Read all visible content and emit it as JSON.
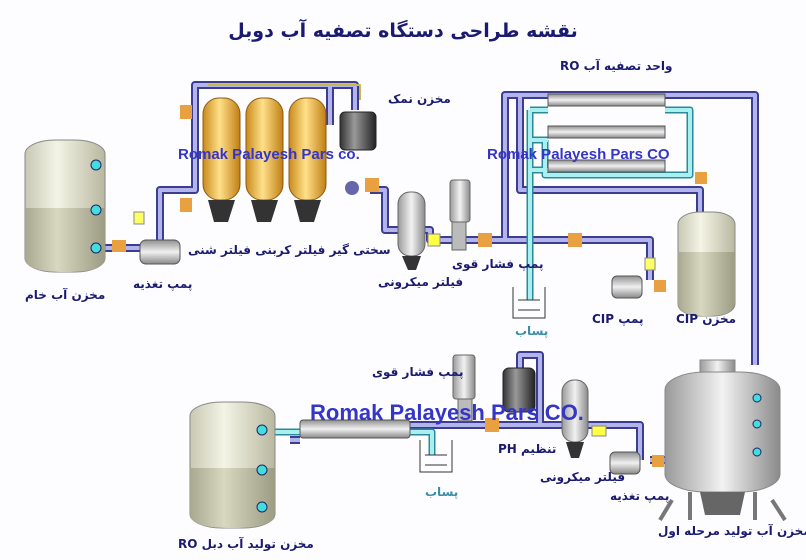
{
  "title": "نقشه طراحی دستگاه تصفیه آب دوبل",
  "labels": {
    "ro_unit": "واحد تصفیه آب RO",
    "salt_tank": "مخزن نمک",
    "filters": "سختی گیر فیلتر کربنی فیلتر شنی",
    "feed_pump_1": "پمپ تغذیه",
    "raw_tank": "مخزن آب خام",
    "micron_filter_1": "فیلتر میکرونی",
    "hp_pump_1": "پمپ فشار قوی",
    "waste_1": "پساب",
    "cip_pump": "پمپ CIP",
    "cip_tank": "مخزن CIP",
    "hp_pump_2": "پمپ فشار قوی",
    "ph_adjust": "تنظیم PH",
    "waste_2": "پساب",
    "micron_filter_2": "فیلتر میکرونی",
    "feed_pump_2": "پمپ تغذیه",
    "stage1_tank": "مخزن آب تولید مرحله اول",
    "double_ro_tank": "مخزن تولید آب دبل RO"
  },
  "watermarks": {
    "left": "Romak Palayesh Pars co.",
    "right": "Romak Palayesh Pars CO",
    "bottom": "Romak Palayesh Pars CO."
  },
  "colors": {
    "pipe": "#b4b4ec",
    "pipe_edge": "#3c3c90",
    "permeate": "#aaf0f0",
    "vessel": "#f2c24e",
    "tank": "#e9e9d6",
    "water": "#c9c9ad"
  }
}
